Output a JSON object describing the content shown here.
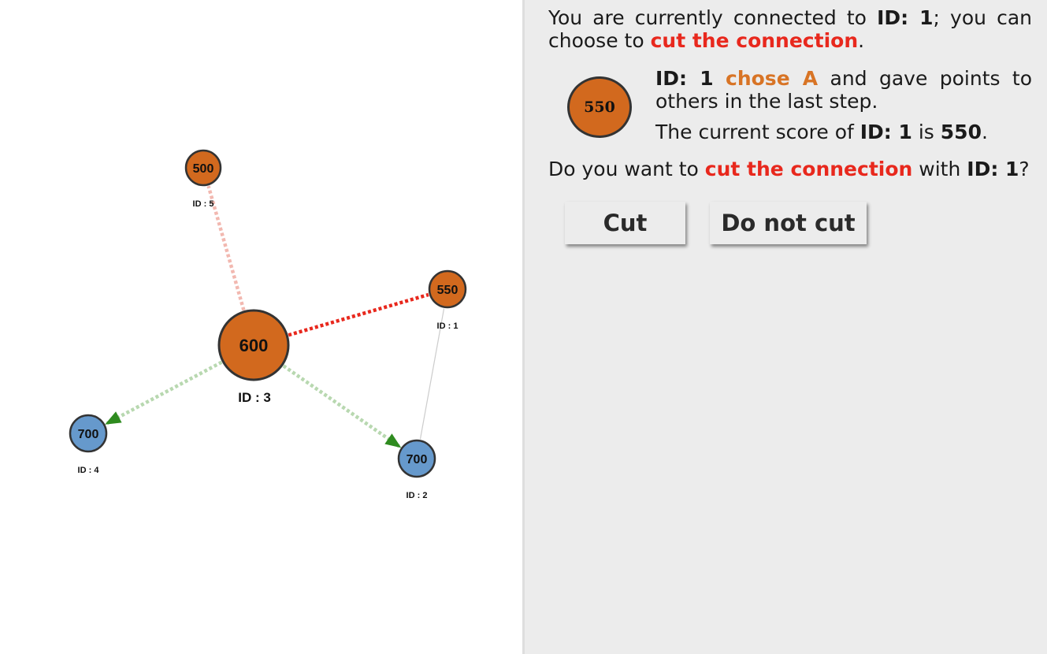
{
  "network": {
    "nodes": [
      {
        "id_label": "ID : 5",
        "score": "500",
        "group": "orange"
      },
      {
        "id_label": "ID : 1",
        "score": "550",
        "group": "orange"
      },
      {
        "id_label": "ID : 3",
        "score": "600",
        "group": "orange",
        "self": true
      },
      {
        "id_label": "ID : 4",
        "score": "700",
        "group": "blue"
      },
      {
        "id_label": "ID : 2",
        "score": "700",
        "group": "blue"
      }
    ],
    "colors": {
      "orange_node": "#d2691e",
      "blue_node": "#6699cc",
      "cut_edge": "#e8281d",
      "faded_edge": "#f2b8b0",
      "give_edge": "#b8d8b0",
      "arrow": "#2e8b1f",
      "plain_edge": "#cccccc"
    }
  },
  "message": {
    "p1_a": "You are currently connected to ",
    "p1_id": "ID: 1",
    "p1_b": "; you can choose to ",
    "p1_cut": "cut the connection",
    "p1_end": ".",
    "avatar_score": "550",
    "p2_id": "ID: 1",
    "p2_chose": "chose A",
    "p2_rest": " and gave points to others in the last step.",
    "p3_a": "The current score of ",
    "p3_id": "ID: 1",
    "p3_b": " is ",
    "p3_score": "550",
    "p3_end": ".",
    "q_a": "Do you want to ",
    "q_cut": "cut the connection",
    "q_b": " with ",
    "q_id": "ID: 1",
    "q_end": "?"
  },
  "buttons": {
    "cut": "Cut",
    "do_not_cut": "Do not cut"
  }
}
